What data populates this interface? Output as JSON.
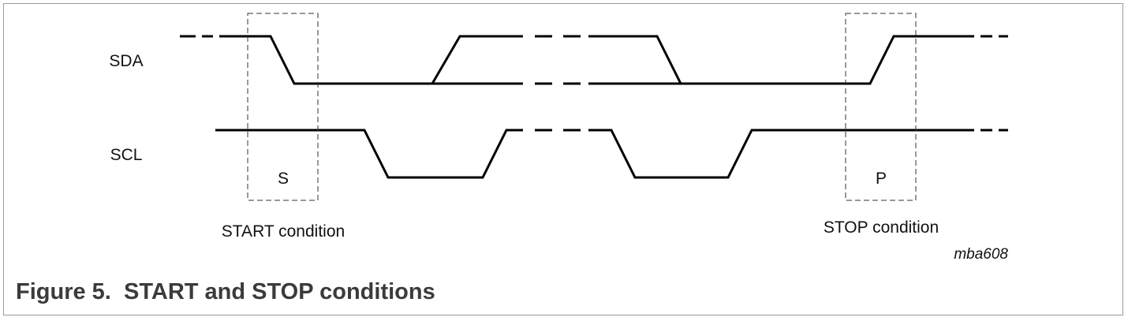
{
  "signals": {
    "sda": "SDA",
    "scl": "SCL"
  },
  "markers": {
    "start_symbol": "S",
    "stop_symbol": "P"
  },
  "conditions": {
    "start": "START condition",
    "stop": "STOP condition"
  },
  "figure_id": "mba608",
  "caption": "Figure 5.  START and STOP conditions"
}
